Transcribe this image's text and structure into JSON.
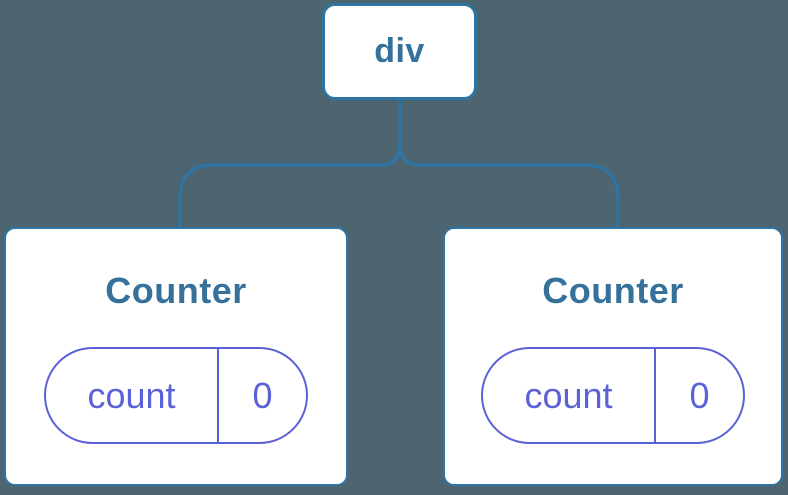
{
  "diagram": {
    "root": {
      "label": "div"
    },
    "children": [
      {
        "title": "Counter",
        "state": {
          "name": "count",
          "value": "0"
        }
      },
      {
        "title": "Counter",
        "state": {
          "name": "count",
          "value": "0"
        }
      }
    ]
  },
  "colors": {
    "background": "#4C6570",
    "connector": "#2E75A6",
    "node_border": "#2E75A6",
    "node_fill": "#FFFFFF",
    "node_text": "#35719B",
    "state_accent": "#5B61D6"
  }
}
